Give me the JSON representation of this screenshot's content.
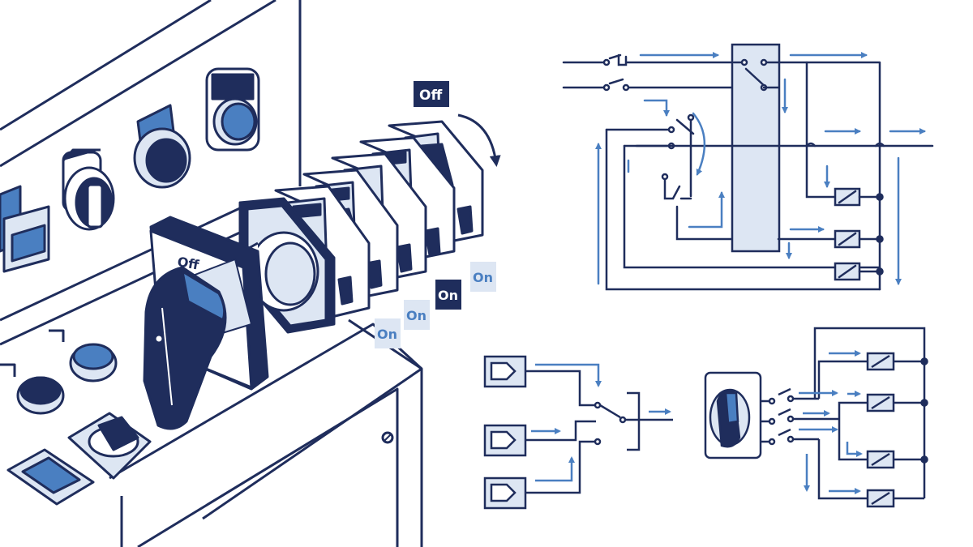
{
  "colors": {
    "navy": "#1f2d5c",
    "blue": "#4a7fc1",
    "light_blue": "#dde6f3",
    "white": "#ffffff"
  },
  "switch_labels": {
    "off_tag": "Off",
    "dial_off": "Off",
    "on_1": "On",
    "on_2": "On",
    "on_3": "On",
    "on_4": "On"
  },
  "icons": [
    "rotation-arrow-icon",
    "relay-coil-icon",
    "contact-icon",
    "input-terminal-icon",
    "rotary-knob-icon"
  ]
}
